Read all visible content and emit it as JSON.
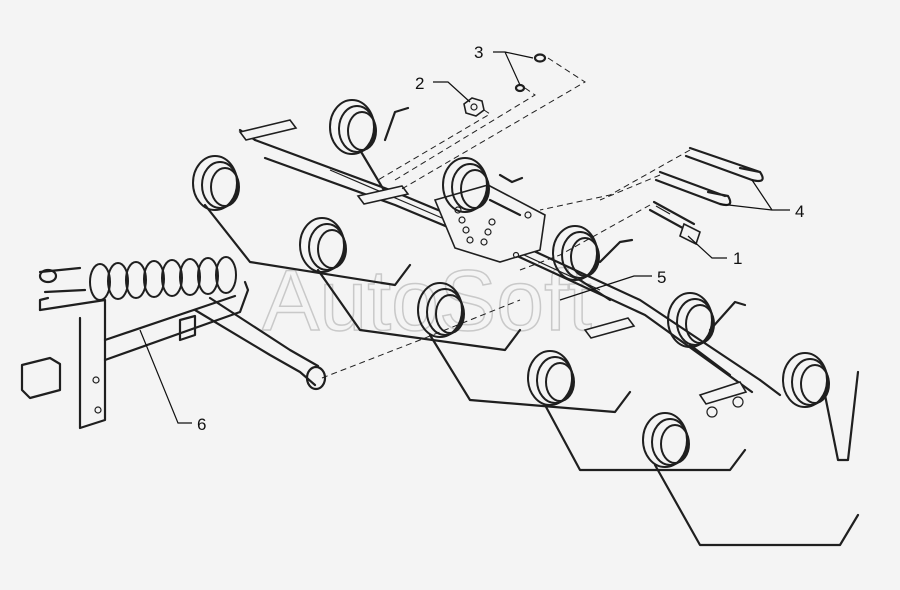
{
  "watermark": "AutoSoft",
  "callouts": [
    {
      "id": "1",
      "label": "1"
    },
    {
      "id": "2",
      "label": "2"
    },
    {
      "id": "3",
      "label": "3"
    },
    {
      "id": "4",
      "label": "4"
    },
    {
      "id": "5",
      "label": "5"
    },
    {
      "id": "6",
      "label": "6"
    }
  ],
  "colors": {
    "line": "#1f1f1f",
    "background": "#f4f4f4",
    "watermark": "#c9c9c9"
  }
}
